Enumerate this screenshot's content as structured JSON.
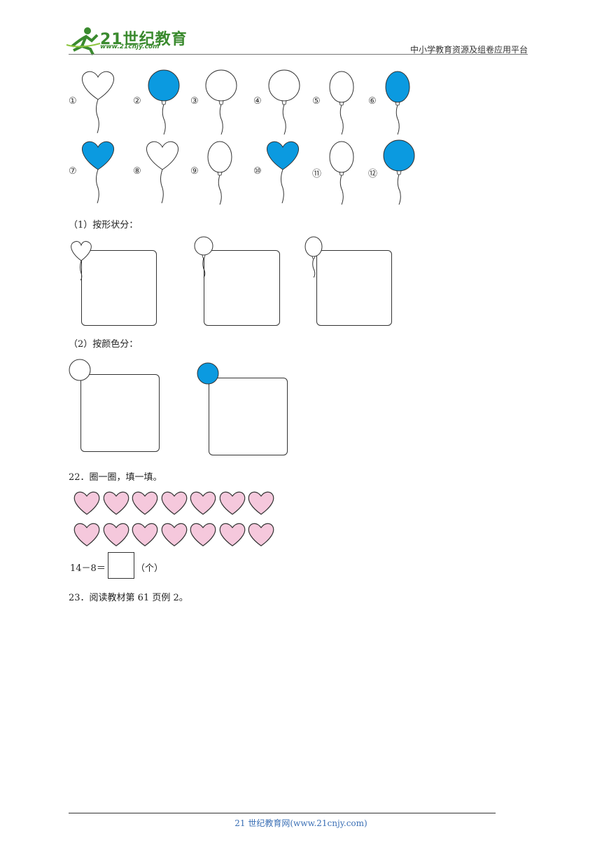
{
  "header": {
    "logo_name": "21世纪教育",
    "logo_url": "www.21cnjy.com",
    "site_title": "中小学教育资源及组卷应用平台"
  },
  "balloons": [
    {
      "label": "①",
      "shape": "heart",
      "color": "#ffffff"
    },
    {
      "label": "②",
      "shape": "round",
      "color": "#0b9ae0"
    },
    {
      "label": "③",
      "shape": "round",
      "color": "#ffffff"
    },
    {
      "label": "④",
      "shape": "round",
      "color": "#ffffff"
    },
    {
      "label": "⑤",
      "shape": "oval",
      "color": "#ffffff"
    },
    {
      "label": "⑥",
      "shape": "oval",
      "color": "#0b9ae0"
    },
    {
      "label": "⑦",
      "shape": "heart",
      "color": "#0b9ae0"
    },
    {
      "label": "⑧",
      "shape": "heart",
      "color": "#ffffff"
    },
    {
      "label": "⑨",
      "shape": "oval",
      "color": "#ffffff"
    },
    {
      "label": "⑩",
      "shape": "heart",
      "color": "#0b9ae0"
    },
    {
      "label": "⑪",
      "shape": "oval",
      "color": "#ffffff"
    },
    {
      "label": "⑫",
      "shape": "round",
      "color": "#0b9ae0"
    }
  ],
  "q21": {
    "part1_label": "（1）按形状分：",
    "part2_label": "（2）按颜色分："
  },
  "q22": {
    "title": "22．圈一圈，填一填。",
    "heart_count": 14,
    "heart_color": "#f5c8dc",
    "equation": "14－8＝",
    "unit": "（个）"
  },
  "q23": {
    "title": "23．阅读教材第 61 页例 2。"
  },
  "footer": {
    "text": "21 世纪教育网(www.21cnjy.com)"
  },
  "colors": {
    "blue": "#0b9ae0",
    "pink": "#f5c8dc"
  }
}
